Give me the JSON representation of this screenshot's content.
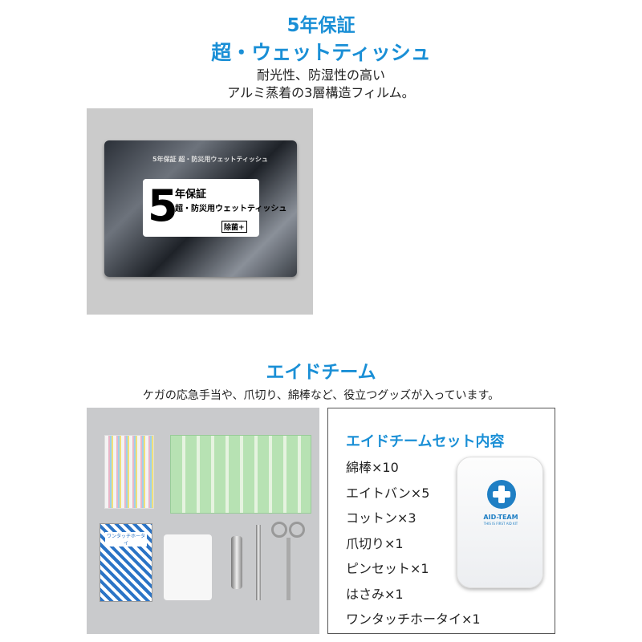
{
  "wet_tissue": {
    "title_line1": "5年保証",
    "title_line2": "超・ウェットティッシュ",
    "desc_line1": "耐光性、防湿性の高い",
    "desc_line2": "アルミ蒸着の3層構造フィルム。",
    "pouch_label": {
      "small": "5年保証 超・防災用ウェットティッシュ",
      "big_digit": "5",
      "line1": "年保証",
      "line2": "超・防災用ウェットティッシュ",
      "badge": "除菌+"
    }
  },
  "aid_team": {
    "title": "エイドチーム",
    "subtitle": "ケガの応急手当や、爪切り、綿棒など、役立つグッズが入っています。",
    "contents_box": {
      "title": "エイドチームセット内容",
      "items": [
        "綿棒×10",
        "エイトバン×5",
        "コットン×3",
        "爪切り×1",
        "ピンセット×1",
        "はさみ×1",
        "ワンタッチホータイ×1"
      ],
      "case_brand": "AID-TEAM",
      "case_tagline": "THIS IS FIRST AID KIT"
    },
    "photo_label": "ワンタッチホータイ"
  },
  "colors": {
    "accent": "#1a8fd6",
    "photo_bg": "#c9cacc"
  }
}
